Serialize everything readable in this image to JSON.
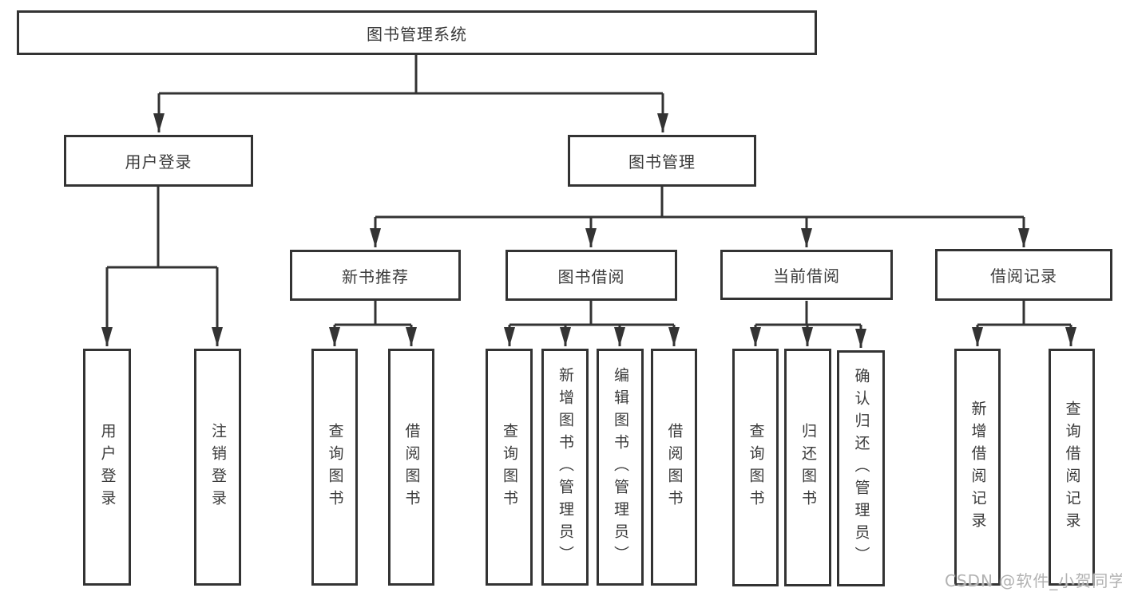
{
  "diagram": {
    "type": "hierarchy-tree",
    "colors": {
      "line": "#333333",
      "box_border": "#333333",
      "text": "#3b3b3b",
      "background": "#ffffff",
      "watermark": "#b2b2b2"
    },
    "root": {
      "label": "图书管理系统"
    },
    "branches": [
      {
        "label": "用户登录",
        "children": [
          {
            "label": "用户登录"
          },
          {
            "label": "注销登录"
          }
        ]
      },
      {
        "label": "图书管理",
        "children": [
          {
            "label": "新书推荐",
            "children": [
              {
                "label": "查询图书"
              },
              {
                "label": "借阅图书"
              }
            ]
          },
          {
            "label": "图书借阅",
            "children": [
              {
                "label": "查询图书"
              },
              {
                "label": "新增图书（管理员）"
              },
              {
                "label": "编辑图书（管理员）"
              },
              {
                "label": "借阅图书"
              }
            ]
          },
          {
            "label": "当前借阅",
            "children": [
              {
                "label": "查询图书"
              },
              {
                "label": "归还图书"
              },
              {
                "label": "确认归还（管理员）"
              }
            ]
          },
          {
            "label": "借阅记录",
            "children": [
              {
                "label": "新增借阅记录"
              },
              {
                "label": "查询借阅记录"
              }
            ]
          }
        ]
      }
    ]
  },
  "watermark": {
    "text": "CSDN @软件_小贺同学"
  }
}
